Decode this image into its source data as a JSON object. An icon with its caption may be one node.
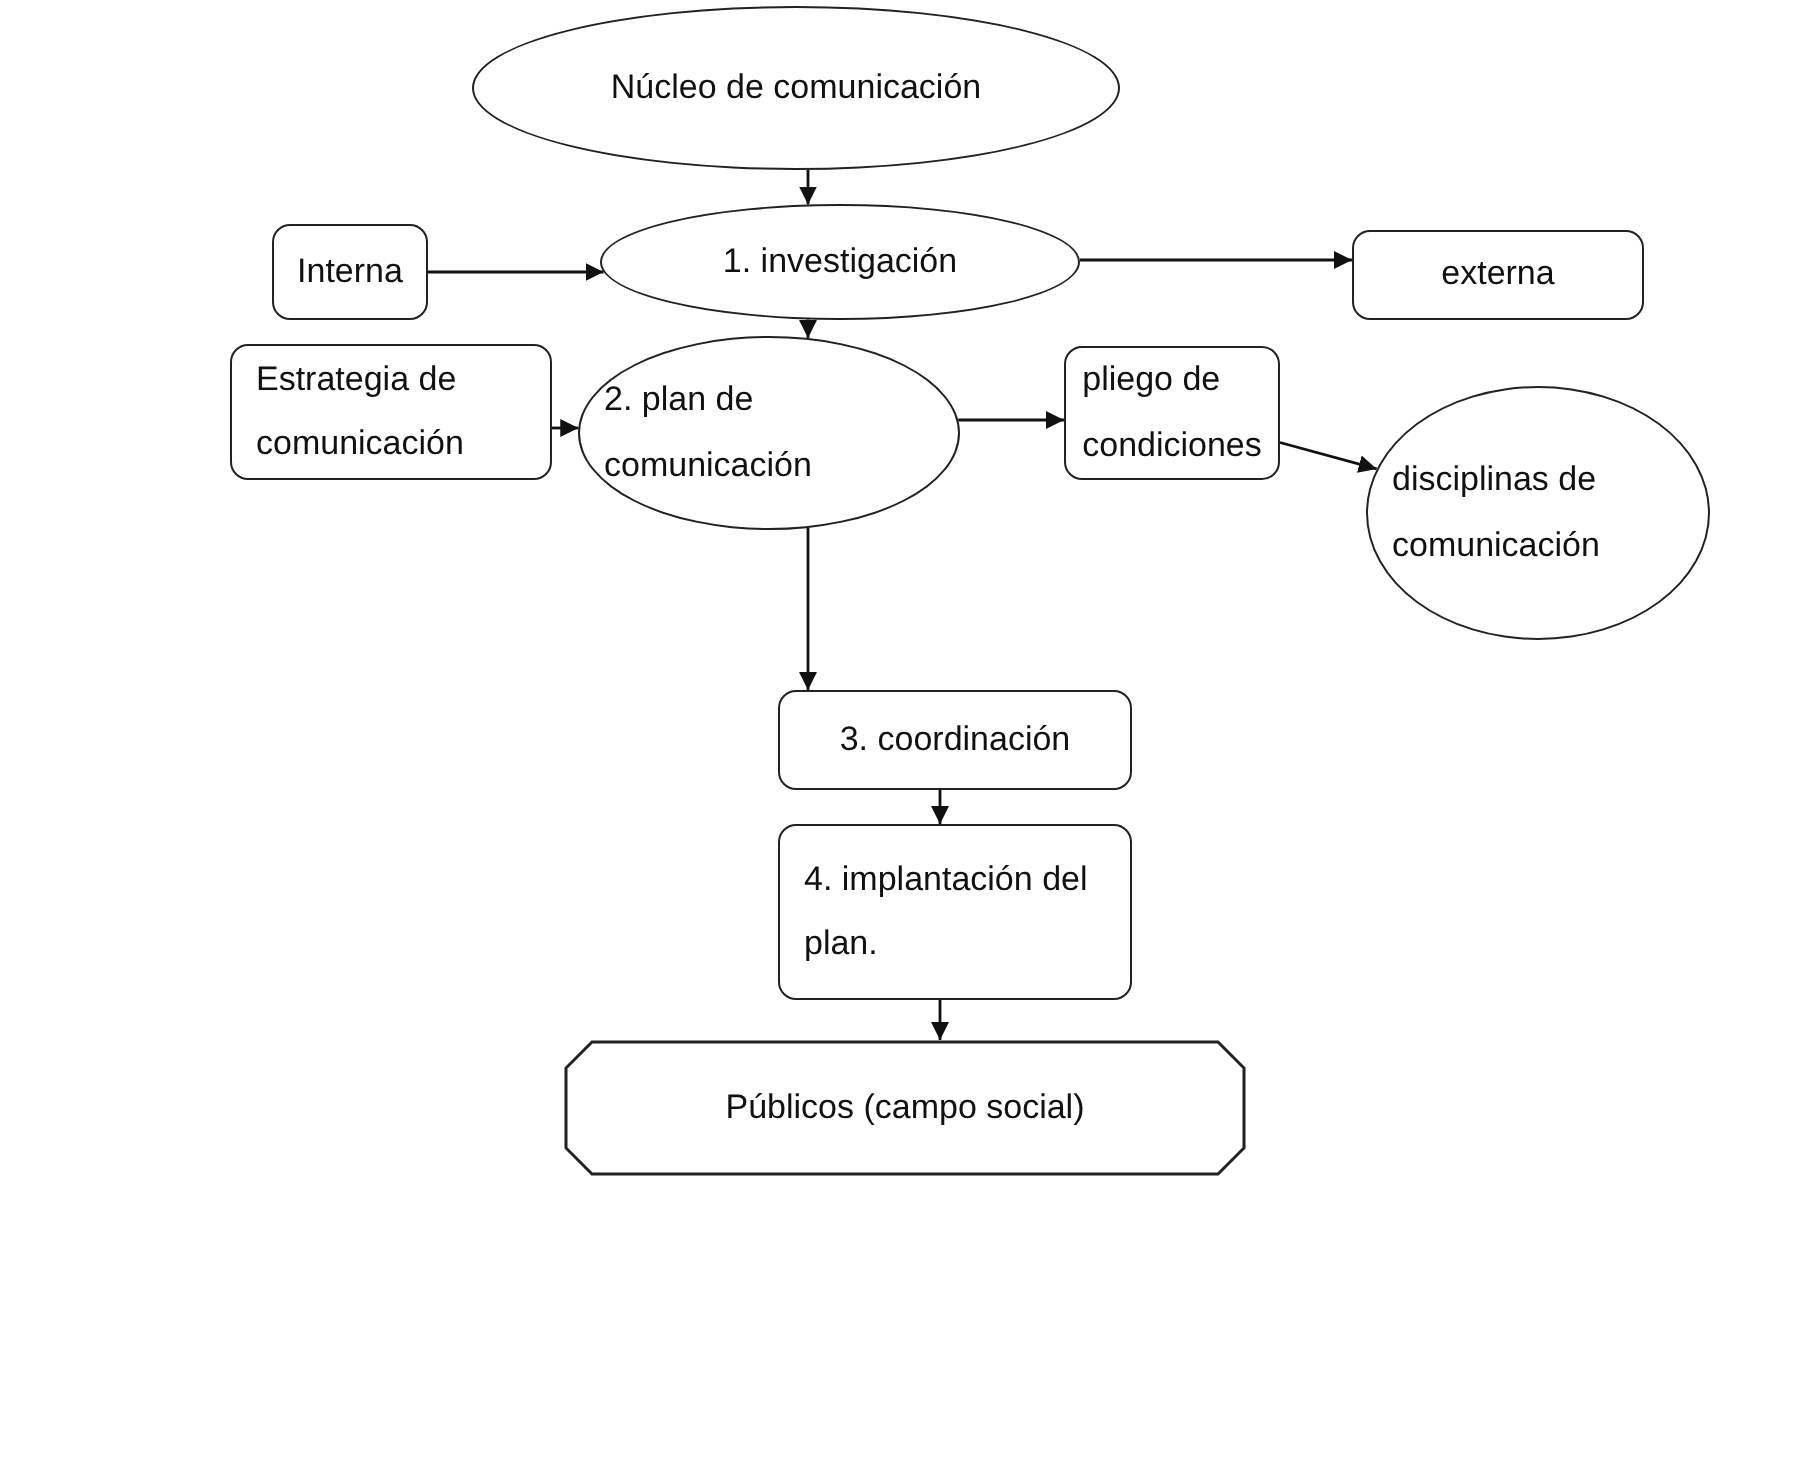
{
  "diagram": {
    "nodes": [
      {
        "text": [
          "Núcleo de comunicación"
        ]
      },
      {
        "text": [
          "Interna"
        ]
      },
      {
        "text": [
          "1. investigación"
        ]
      },
      {
        "text": [
          "externa"
        ]
      },
      {
        "text": [
          "Estrategia de comunicación"
        ]
      },
      {
        "text": [
          "2. plan de comunicación"
        ]
      },
      {
        "text": [
          "pliego de condiciones"
        ]
      },
      {
        "text": [
          "disciplinas de comunicación"
        ]
      },
      {
        "text": [
          "3. coordinación"
        ]
      },
      {
        "text": [
          "4. implantación del plan."
        ]
      },
      {
        "text": [
          "Públicos (campo social)"
        ]
      }
    ],
    "edges": [
      {
        "from": 0,
        "to": 2,
        "arrow": "to"
      },
      {
        "from": 1,
        "to": 2,
        "arrow": "to"
      },
      {
        "from": 2,
        "to": 3,
        "arrow": "to"
      },
      {
        "from": 2,
        "to": 5,
        "arrow": "to"
      },
      {
        "from": 4,
        "to": 5,
        "arrow": "to"
      },
      {
        "from": 5,
        "to": 6,
        "arrow": "to"
      },
      {
        "from": 6,
        "to": 7,
        "arrow": "to"
      },
      {
        "from": 5,
        "to": 8,
        "arrow": "to"
      },
      {
        "from": 8,
        "to": 9,
        "arrow": "to"
      },
      {
        "from": 9,
        "to": 10,
        "arrow": "to"
      }
    ]
  }
}
